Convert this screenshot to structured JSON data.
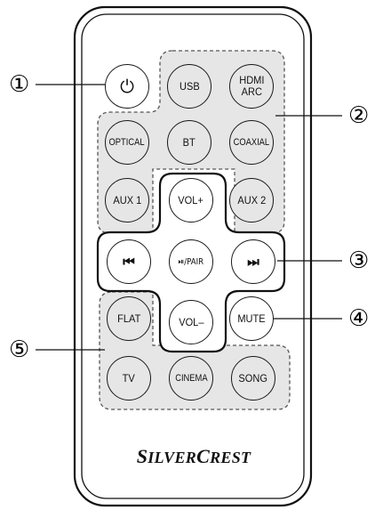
{
  "callouts": [
    "①",
    "②",
    "③",
    "④",
    "⑤"
  ],
  "buttons": {
    "power": "⏻",
    "usb": "USB",
    "hdmi": "HDMI\nARC",
    "optical": "OPTICAL",
    "bt": "BT",
    "coaxial": "COAXIAL",
    "aux1": "AUX 1",
    "volup": "VOL+",
    "aux2": "AUX 2",
    "prev": "⏮",
    "playpair": "⏯/PAIR",
    "next": "⏭",
    "flat": "FLAT",
    "voldown": "VOL–",
    "mute": "MUTE",
    "tv": "TV",
    "cinema": "CINEMA",
    "song": "SONG"
  },
  "brand": {
    "s": "S",
    "ilver": "ILVER",
    "c": "C",
    "rest": "REST"
  },
  "colors": {
    "outline": "#1a1a1a",
    "group_fill": "#e6e6e6",
    "background": "#ffffff"
  }
}
